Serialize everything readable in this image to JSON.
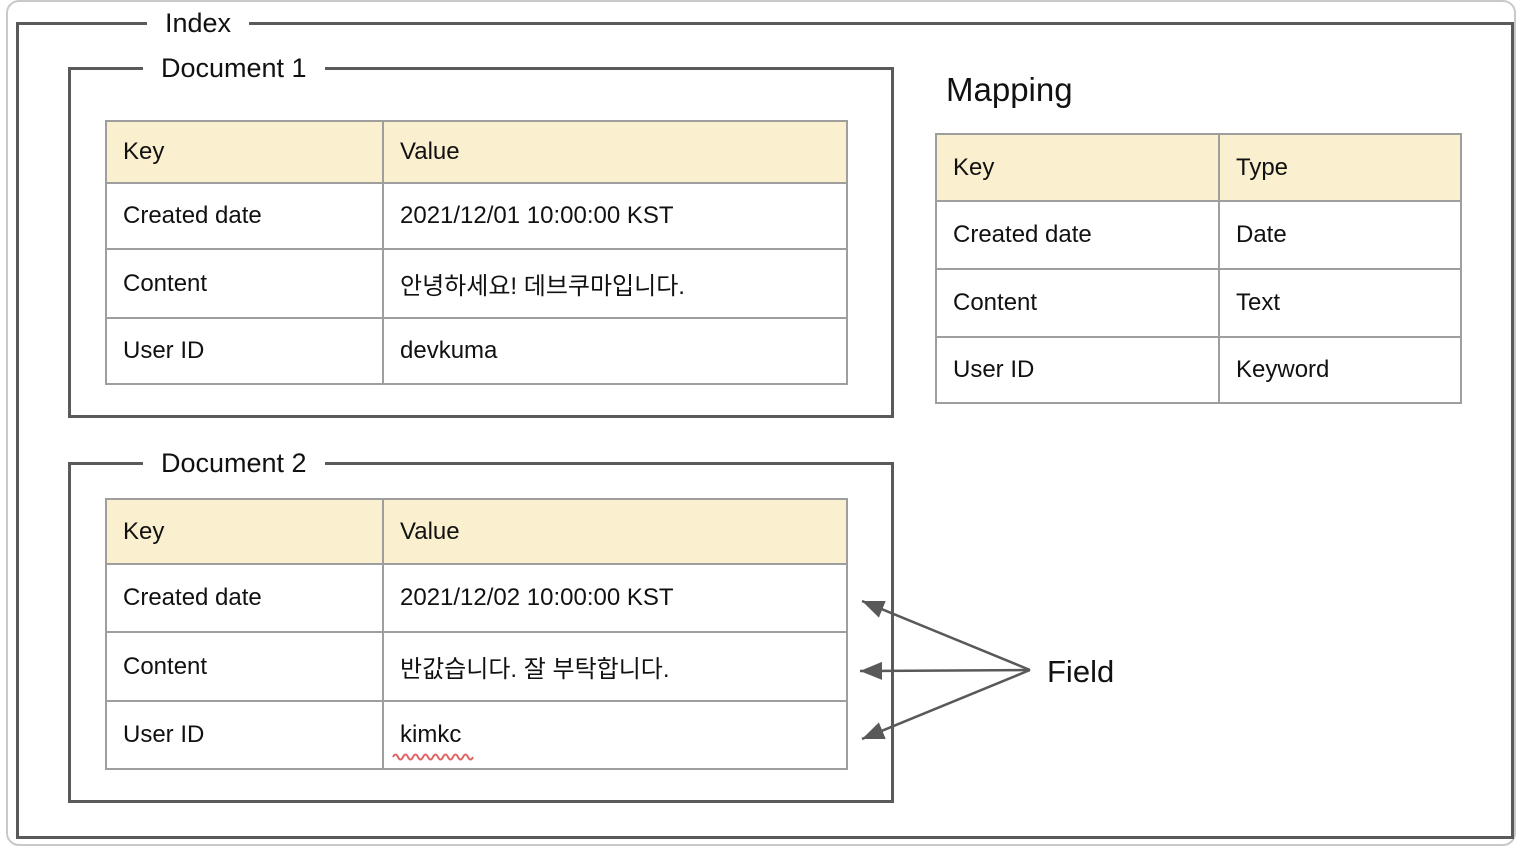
{
  "diagram": {
    "index_label": "Index",
    "doc1": {
      "label": "Document 1",
      "table": {
        "headers": {
          "key": "Key",
          "value": "Value"
        },
        "rows": [
          {
            "key": "Created date",
            "value": "2021/12/01 10:00:00 KST"
          },
          {
            "key": "Content",
            "value": "안녕하세요! 데브쿠마입니다."
          },
          {
            "key": "User ID",
            "value": "devkuma"
          }
        ]
      }
    },
    "mapping": {
      "title": "Mapping",
      "table": {
        "headers": {
          "key": "Key",
          "type": "Type"
        },
        "rows": [
          {
            "key": "Created date",
            "type": "Date"
          },
          {
            "key": "Content",
            "type": "Text"
          },
          {
            "key": "User ID",
            "type": "Keyword"
          }
        ]
      }
    },
    "doc2": {
      "label": "Document 2",
      "table": {
        "headers": {
          "key": "Key",
          "value": "Value"
        },
        "rows": [
          {
            "key": "Created date",
            "value": "2021/12/02 10:00:00 KST"
          },
          {
            "key": "Content",
            "value": "반값습니다. 잘 부탁합니다."
          },
          {
            "key": "User ID",
            "value": "kimkc",
            "spellcheck_underline": true
          }
        ]
      }
    },
    "field_label": "Field",
    "colors": {
      "header_fill": "#FAEFCE",
      "table_border": "#9E9E9E",
      "box_border": "#5A5A5A",
      "arrow": "#595959",
      "squiggle": "#E06666",
      "frame_border": "#C9C9C9",
      "text": "#111111"
    }
  }
}
